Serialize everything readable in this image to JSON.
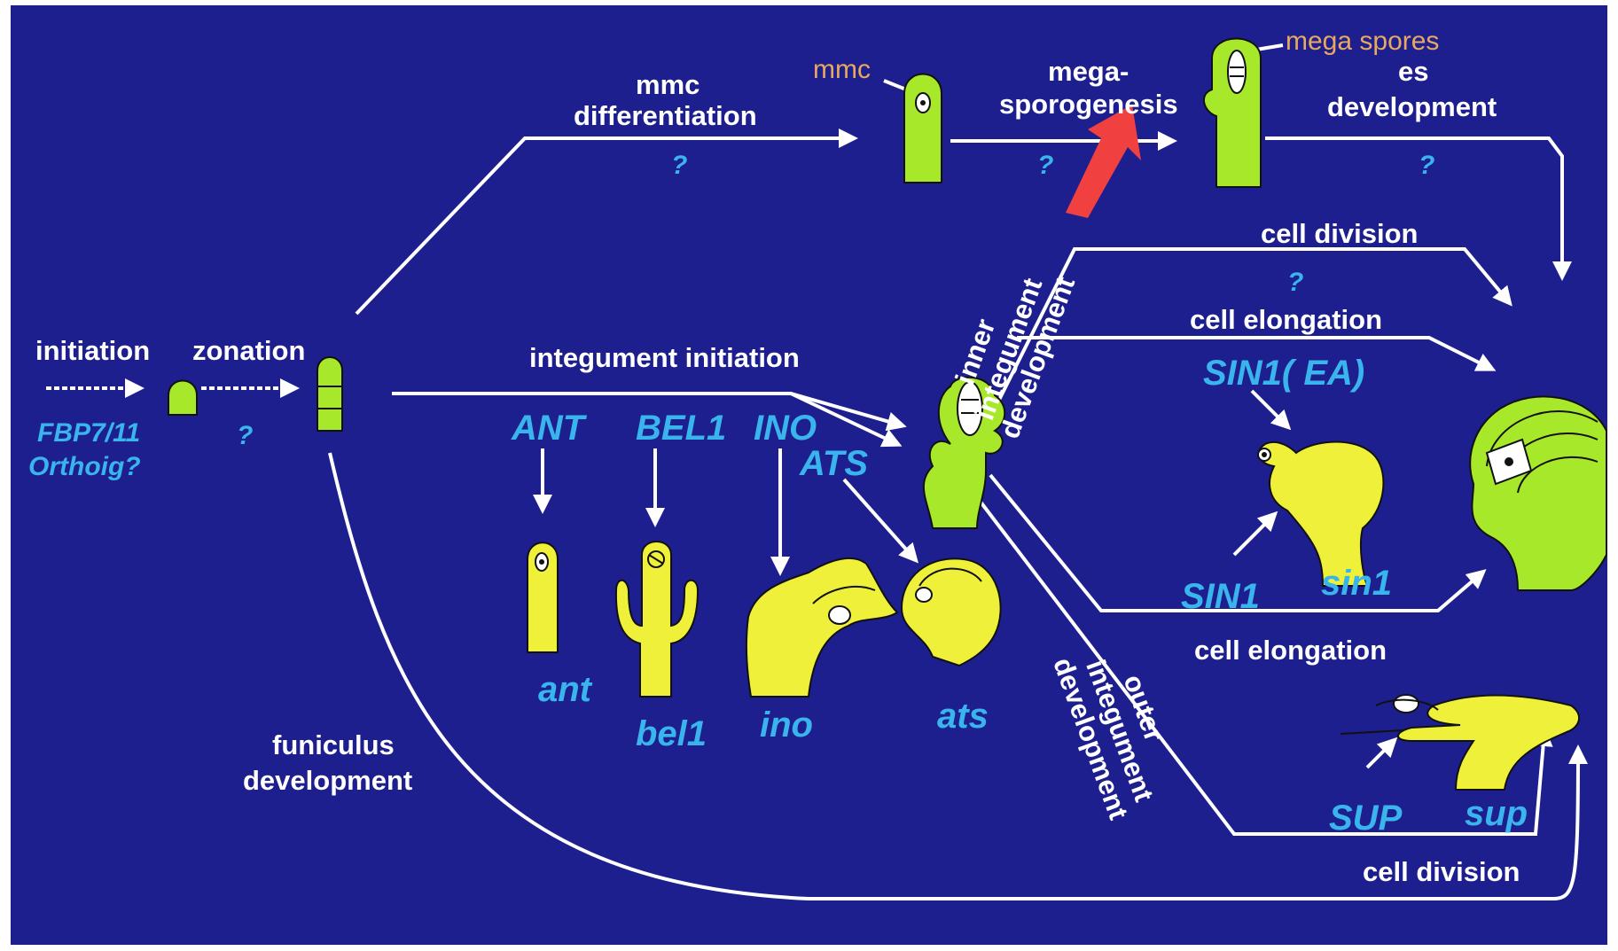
{
  "labels": {
    "initiation": "initiation",
    "zonation": "zonation",
    "fbp": "FBP7/11",
    "ortholog": "Orthoig?",
    "q_zonation": "?",
    "mmc_diff_1": "mmc",
    "mmc_diff_2": "differentiation",
    "q_mmc": "?",
    "mmc_tag": "mmc",
    "mega_1": "mega-",
    "mega_2": "sporogenesis",
    "q_mega": "?",
    "megaspores": "mega spores",
    "es_1": "es",
    "es_2": "development",
    "q_es": "?",
    "inner_1": "inner",
    "inner_2": "integument",
    "inner_3": "development",
    "cell_division_top": "cell division",
    "q_cell": "?",
    "cell_elongation_top": "cell elongation",
    "sin1_ea": "SIN1( EA)",
    "integument_initiation": "integument initiation",
    "ANT": "ANT",
    "BEL1": "BEL1",
    "INO": "INO",
    "ATS": "ATS",
    "ant": "ant",
    "bel1": "bel1",
    "ino": "ino",
    "ats": "ats",
    "SIN1": "SIN1",
    "sin1": "sin1",
    "cell_elongation_bottom": "cell elongation",
    "outer_1": "outer",
    "outer_2": "integument",
    "outer_3": "development",
    "SUP": "SUP",
    "sup": "sup",
    "cell_division_bottom": "cell division",
    "funiculus_1": "funiculus",
    "funiculus_2": "development"
  },
  "colors": {
    "background": "#1e1f8e",
    "text": "#ffffff",
    "gene": "#3ab4ec",
    "ovule_wild": "#a8e82a",
    "ovule_mutant": "#eef03a",
    "mmc_label": "#e8a860",
    "red_arrow": "#f04040"
  }
}
